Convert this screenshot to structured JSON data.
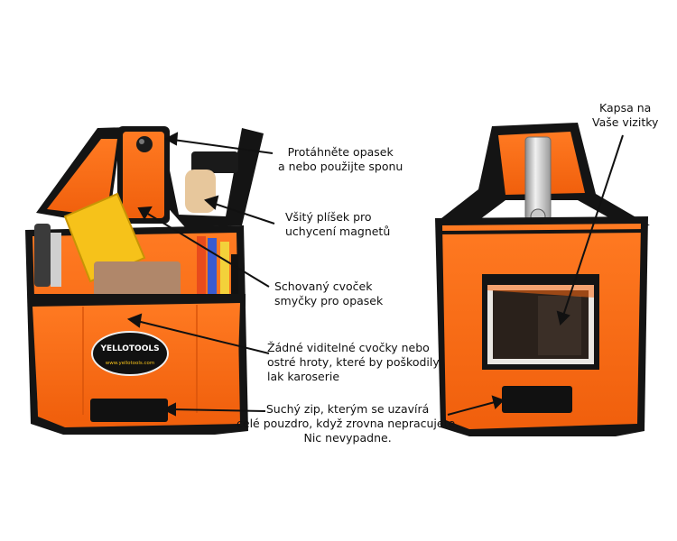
{
  "annotations": {
    "belt": {
      "line1": "Protáhněte opasek",
      "line2": "a nebo použijte sponu"
    },
    "magnet": {
      "line1": "Všitý plíšek pro",
      "line2": "uchycení magnetů"
    },
    "rivet": {
      "line1": "Schovaný cvoček",
      "line2": "smyčky pro opasek"
    },
    "no_rivets": {
      "line1": "Žádné viditelné cvočky nebo",
      "line2": "ostré hroty, které by poškodily",
      "line3": "lak karoserie"
    },
    "velcro": {
      "line1": "Suchý zip, kterým se uzavírá",
      "line2": "celé pouzdro, když zrovna nepracujete.",
      "line3": "Nic nevypadne."
    },
    "card_pocket": {
      "line1": "Kapsa na",
      "line2": "Vaše vizitky"
    }
  },
  "logo": {
    "brand": "YELLOTOOLS",
    "url": "www.yellotools.com"
  },
  "colors": {
    "orange": "#f96a12",
    "orange_dark": "#d9540a",
    "black": "#141414",
    "background": "#ffffff"
  }
}
